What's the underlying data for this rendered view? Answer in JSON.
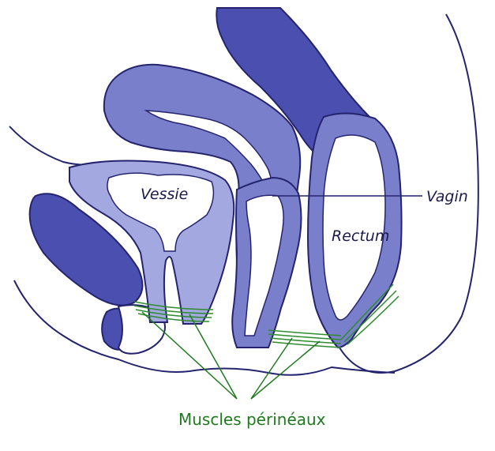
{
  "labels": {
    "vessie": "Vessie",
    "vagin": "Vagin",
    "rectum": "Rectum",
    "muscles": "Muscles périnéaux"
  },
  "colors": {
    "dark_blue": "#4a4fb0",
    "medium_blue": "#7a7fcc",
    "light_blue": "#a4a8e0",
    "outline": "#24246e",
    "muscle_green": "#2e8b2e",
    "label_green": "#1f7a1f",
    "label_text": "#1a1a4a"
  }
}
